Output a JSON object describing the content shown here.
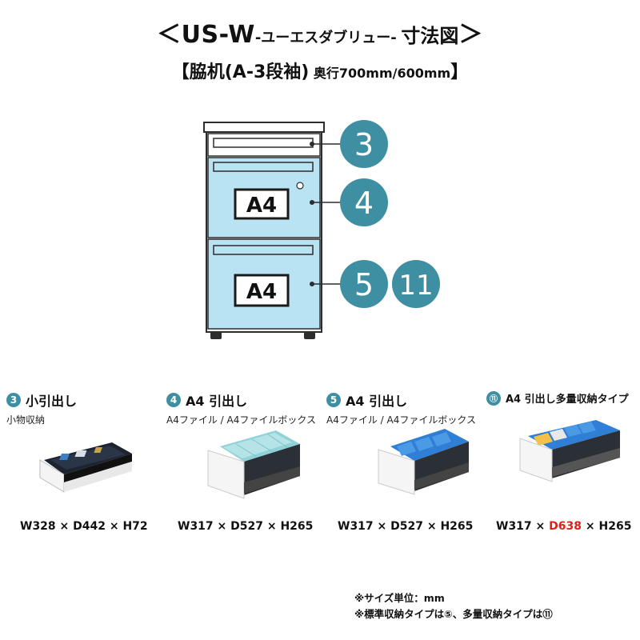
{
  "header": {
    "title_open": "＜",
    "title_main": "US-W",
    "title_reading": "-ユーエスダブリュー-",
    "title_word": "寸法図",
    "title_close": "＞",
    "subtitle_main": "【脇机(A-3段袖)",
    "subtitle_depth": "奥行700mm/600mm",
    "subtitle_close": "】"
  },
  "diagram": {
    "label_a4_upper": "A4",
    "label_a4_lower": "A4",
    "callout_3": "3",
    "callout_4": "4",
    "callout_5": "5",
    "callout_11": "11",
    "colors": {
      "drawer_fill": "#b9e2f3",
      "callout": "#3f8fa3",
      "outline": "#2d2d2d"
    }
  },
  "items": [
    {
      "num": "3",
      "title": "小引出し",
      "sub": "小物収納",
      "dims": "W328 × D442 × H72"
    },
    {
      "num": "4",
      "title": "A4 引出し",
      "sub": "A4ファイル / A4ファイルボックス",
      "dims": "W317 × D527 × H265"
    },
    {
      "num": "5",
      "title": "A4 引出し",
      "sub": "A4ファイル / A4ファイルボックス",
      "dims": "W317 × D527 × H265"
    },
    {
      "num": "⑪",
      "title": "A4 引出し多量収納タイプ",
      "sub": "",
      "dims_w": "W317 × ",
      "dims_d": "D638",
      "dims_h": " × H265"
    }
  ],
  "notes": {
    "line1": "※サイズ単位：mm",
    "line2": "※標準収納タイプは⑤、多量収納タイプは⑪"
  }
}
